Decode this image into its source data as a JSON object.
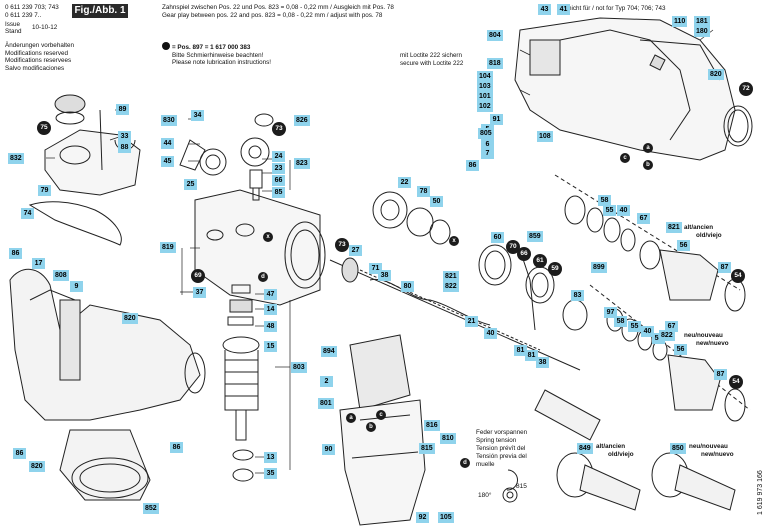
{
  "header": {
    "doc_numbers": [
      "0 611 239 703; 743",
      "0 611 239 7.."
    ],
    "figure_label": "Fig./Abb. 1",
    "issue_labels": [
      "Issue",
      "Stand"
    ],
    "issue_date": "10-10-12",
    "notes": [
      "Änderungen vorbehalten",
      "Modifications reserved",
      "Modifications reservees",
      "Salvo modificaciones"
    ],
    "gear_play": [
      "Zahnspiel zwischen Pos. 22 und Pos. 823 = 0,08 - 0,22 mm / Ausgleich mit Pos. 78",
      "Gear play between pos. 22 and pos. 823 = 0,08 - 0,22 mm / adjust with pos. 78"
    ],
    "lubrication": [
      "= Pos. 897 = 1 617 000 383",
      "Bitte Schmierhinweise beachten!",
      "Please note lubrication instructions!"
    ],
    "loctite": [
      "mit Loctite 222 sichern",
      "secure with Loctite 222"
    ],
    "type_note": "nicht für / not for Typ 704; 706; 743",
    "spring_note": [
      "Feder vorspannen",
      "Spring tension",
      "Tension prévît del",
      "Tensión previa del",
      "muelle"
    ],
    "alt_old_1": [
      "alt/ancien",
      "old/viejo"
    ],
    "alt_new_1": [
      "neu/nouveau",
      "new/nuevo"
    ],
    "alt_old_2": [
      "alt/ancien",
      "old/viejo"
    ],
    "alt_new_2": [
      "neu/nouveau",
      "new/nuevo"
    ],
    "doc_code": "1 619 973 166",
    "spring_angle": "180°",
    "spring_ref": "815"
  },
  "labels": [
    {
      "t": "43"
    },
    {
      "t": "41"
    },
    {
      "t": "110"
    },
    {
      "t": "181"
    },
    {
      "t": "180"
    },
    {
      "t": "804"
    },
    {
      "t": "818"
    },
    {
      "t": "104"
    },
    {
      "t": "103"
    },
    {
      "t": "101"
    },
    {
      "t": "102"
    },
    {
      "t": "820"
    },
    {
      "t": "91"
    },
    {
      "t": "5"
    },
    {
      "t": "805"
    },
    {
      "t": "6"
    },
    {
      "t": "7"
    },
    {
      "t": "108"
    },
    {
      "t": "86"
    },
    {
      "t": "89"
    },
    {
      "t": "33"
    },
    {
      "t": "88"
    },
    {
      "t": "832"
    },
    {
      "t": "79"
    },
    {
      "t": "74"
    },
    {
      "t": "830"
    },
    {
      "t": "34"
    },
    {
      "t": "44"
    },
    {
      "t": "45"
    },
    {
      "t": "25"
    },
    {
      "t": "24"
    },
    {
      "t": "23"
    },
    {
      "t": "66"
    },
    {
      "t": "85"
    },
    {
      "t": "826"
    },
    {
      "t": "823"
    },
    {
      "t": "22"
    },
    {
      "t": "78"
    },
    {
      "t": "50"
    },
    {
      "t": "819"
    },
    {
      "t": "37"
    },
    {
      "t": "27"
    },
    {
      "t": "71"
    },
    {
      "t": "38"
    },
    {
      "t": "80"
    },
    {
      "t": "821"
    },
    {
      "t": "822"
    },
    {
      "t": "60"
    },
    {
      "t": "859"
    },
    {
      "t": "83"
    },
    {
      "t": "58"
    },
    {
      "t": "55"
    },
    {
      "t": "40"
    },
    {
      "t": "67"
    },
    {
      "t": "821"
    },
    {
      "t": "56"
    },
    {
      "t": "899"
    },
    {
      "t": "87"
    },
    {
      "t": "86"
    },
    {
      "t": "17"
    },
    {
      "t": "808"
    },
    {
      "t": "9"
    },
    {
      "t": "820"
    },
    {
      "t": "47"
    },
    {
      "t": "14"
    },
    {
      "t": "48"
    },
    {
      "t": "15"
    },
    {
      "t": "803"
    },
    {
      "t": "13"
    },
    {
      "t": "35"
    },
    {
      "t": "21"
    },
    {
      "t": "40"
    },
    {
      "t": "81"
    },
    {
      "t": "81"
    },
    {
      "t": "38"
    },
    {
      "t": "97"
    },
    {
      "t": "58"
    },
    {
      "t": "55"
    },
    {
      "t": "40"
    },
    {
      "t": "53"
    },
    {
      "t": "67"
    },
    {
      "t": "56"
    },
    {
      "t": "822"
    },
    {
      "t": "87"
    },
    {
      "t": "894"
    },
    {
      "t": "2"
    },
    {
      "t": "801"
    },
    {
      "t": "90"
    },
    {
      "t": "86"
    },
    {
      "t": "86"
    },
    {
      "t": "820"
    },
    {
      "t": "852"
    },
    {
      "t": "816"
    },
    {
      "t": "810"
    },
    {
      "t": "815"
    },
    {
      "t": "92"
    },
    {
      "t": "105"
    },
    {
      "t": "849"
    },
    {
      "t": "850"
    }
  ],
  "circles": [
    {
      "t": "72"
    },
    {
      "t": "75"
    },
    {
      "t": "73"
    },
    {
      "t": "73"
    },
    {
      "t": "69"
    },
    {
      "t": "70"
    },
    {
      "t": "66"
    },
    {
      "t": "61"
    },
    {
      "t": "59"
    },
    {
      "t": "54"
    },
    {
      "t": "54"
    }
  ],
  "markers": [
    {
      "t": "a"
    },
    {
      "t": "b"
    },
    {
      "t": "b"
    },
    {
      "t": "c"
    },
    {
      "t": "a"
    },
    {
      "t": "c"
    },
    {
      "t": "d"
    },
    {
      "t": "d"
    },
    {
      "t": "x"
    },
    {
      "t": "x"
    }
  ],
  "colors": {
    "label_fill": "#8fd3ec",
    "circle_fill": "#1c1c1c",
    "line": "#222222"
  }
}
